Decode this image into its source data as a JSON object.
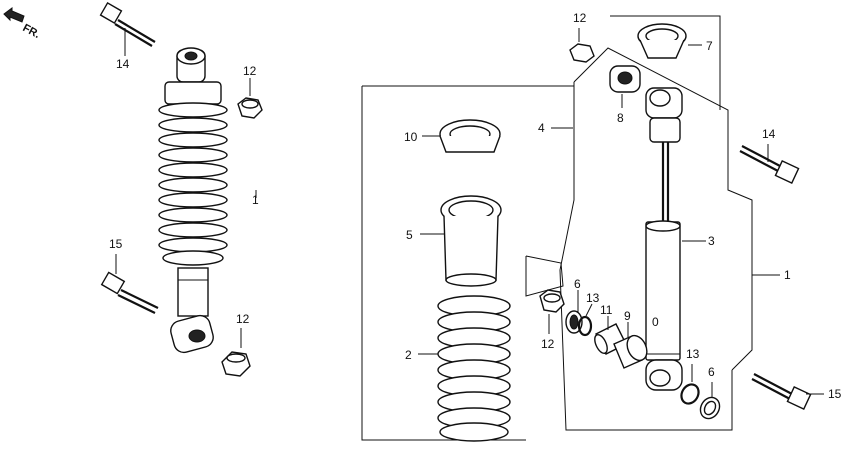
{
  "direction": {
    "text": "FR.",
    "icon": "front-arrow-icon"
  },
  "callouts": {
    "bolt_top_left": "14",
    "nut_top_left": "12",
    "shock_assembly_left": "1",
    "bolt_bottom_left": "15",
    "nut_bottom_left": "12",
    "nut_top_center": "12",
    "spring_guide": "7",
    "damper_group": "4",
    "bushing": "8",
    "spring_seat": "10",
    "bolt_right_top": "14",
    "spring_collar": "5",
    "damper_unit": "3",
    "shock_assembly_right": "1",
    "oil_seal_left": "6",
    "ring_left": "13",
    "collar_11": "11",
    "collar_9": "9",
    "spring": "2",
    "nut_center_bottom": "12",
    "ring_right": "13",
    "oil_seal_right": "6",
    "bolt_right_bottom": "15"
  }
}
